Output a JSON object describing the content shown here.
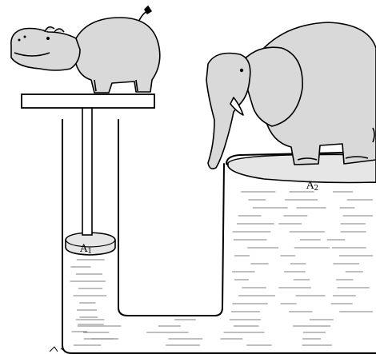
{
  "labels": {
    "piston_small": "A",
    "piston_small_sub": "1",
    "piston_large": "A",
    "piston_large_sub": "2"
  },
  "colors": {
    "ink": "#000000",
    "animal_fill": "#d9d9d9",
    "piston_fill": "#e6e6e6",
    "paper": "#ffffff",
    "fluid_lines": "#555555"
  },
  "figures": {
    "left_animal": "hippopotamus",
    "right_animal": "elephant"
  }
}
